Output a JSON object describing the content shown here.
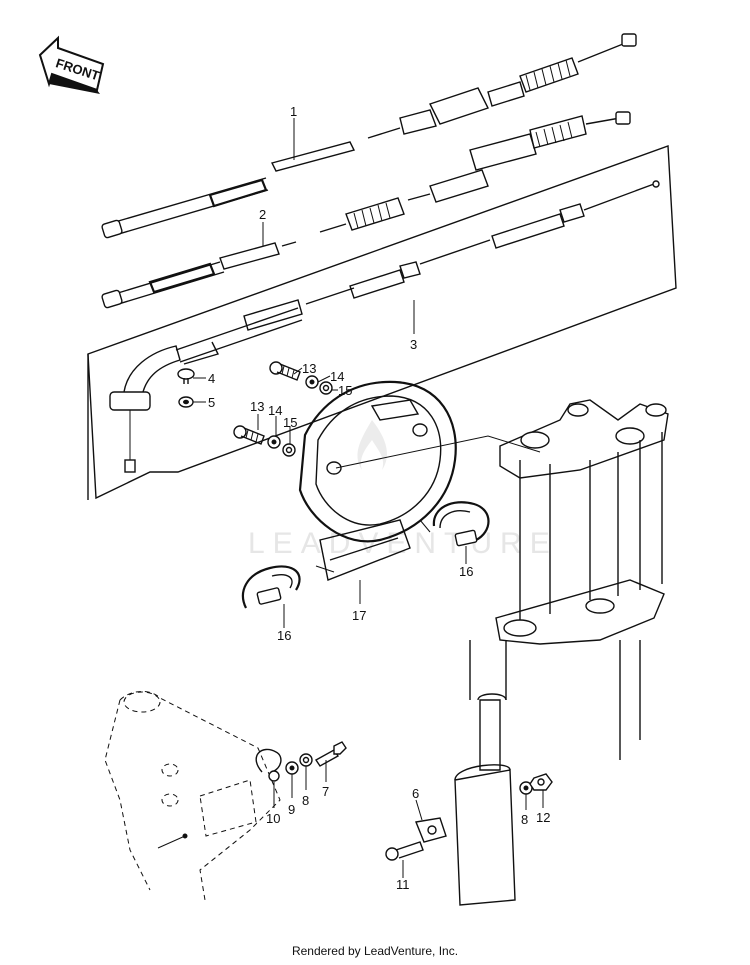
{
  "front_arrow": {
    "text": "FRONT"
  },
  "watermark": {
    "text": "LEADVENTURE"
  },
  "callouts": [
    {
      "id": "c1",
      "label": "1"
    },
    {
      "id": "c2",
      "label": "2"
    },
    {
      "id": "c3",
      "label": "3"
    },
    {
      "id": "c4",
      "label": "4"
    },
    {
      "id": "c5",
      "label": "5"
    },
    {
      "id": "c13a",
      "label": "13"
    },
    {
      "id": "c14a",
      "label": "14"
    },
    {
      "id": "c15a",
      "label": "15"
    },
    {
      "id": "c13b",
      "label": "13"
    },
    {
      "id": "c14b",
      "label": "14"
    },
    {
      "id": "c15b",
      "label": "15"
    },
    {
      "id": "c16a",
      "label": "16"
    },
    {
      "id": "c16b",
      "label": "16"
    },
    {
      "id": "c17",
      "label": "17"
    },
    {
      "id": "c6",
      "label": "6"
    },
    {
      "id": "c7",
      "label": "7"
    },
    {
      "id": "c8a",
      "label": "8"
    },
    {
      "id": "c9",
      "label": "9"
    },
    {
      "id": "c10",
      "label": "10"
    },
    {
      "id": "c11",
      "label": "11"
    },
    {
      "id": "c8b",
      "label": "8"
    },
    {
      "id": "c12",
      "label": "12"
    }
  ],
  "footer": {
    "text": "Rendered by LeadVenture, Inc."
  }
}
